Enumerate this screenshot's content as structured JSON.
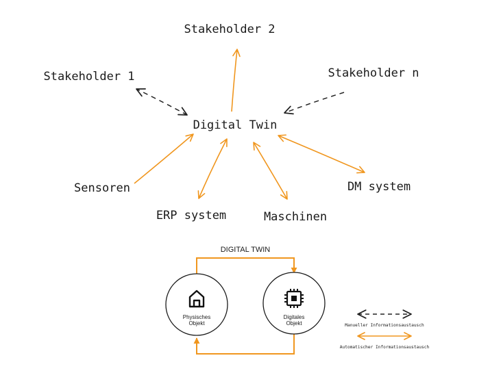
{
  "hub": {
    "label": "Digital Twin"
  },
  "nodes": {
    "stakeholder_2": "Stakeholder 2",
    "stakeholder_1": "Stakeholder 1",
    "stakeholder_n": "Stakeholder n",
    "sensoren": "Sensoren",
    "erp": "ERP system",
    "maschinen": "Maschinen",
    "dm": "DM system"
  },
  "lower_diagram": {
    "title": "DIGITAL TWIN",
    "physical": {
      "line1": "Physisches",
      "line2": "Objekt",
      "icon": "house-icon"
    },
    "digital": {
      "line1": "Digitales",
      "line2": "Objekt",
      "icon": "chip-icon"
    }
  },
  "legend": {
    "manual": "Manueller Informationsaustausch",
    "automatic": "Automatischer Informationsaustausch"
  },
  "colors": {
    "automatic": "#f0961e",
    "manual": "#222222",
    "text": "#1a1a1a"
  }
}
